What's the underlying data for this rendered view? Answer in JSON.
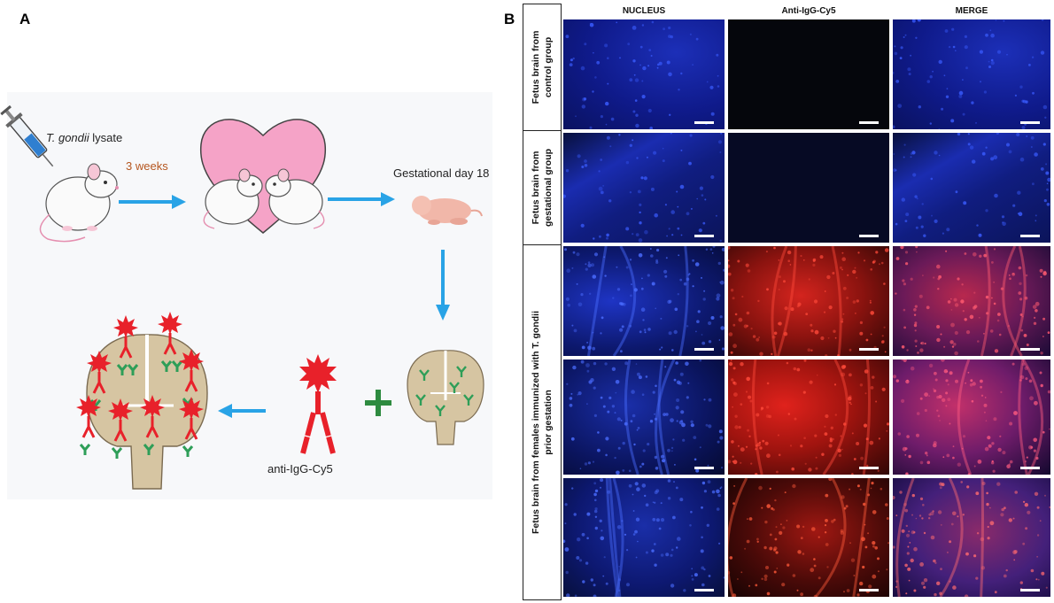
{
  "panel_a": {
    "letter": "A",
    "syringe_label_italic": "T. gondii",
    "syringe_label_rest": " lysate",
    "arrow1_label": "3 weeks",
    "gestational_label": "Gestational day 18",
    "antibody_label": "anti-IgG-Cy5",
    "colors": {
      "arrow": "#29a3e6",
      "heart": "#f5a3c7",
      "antibody": "#e8212a",
      "antigen": "#2e9e58",
      "plus": "#2e8b40",
      "brain": "#d6c5a2"
    }
  },
  "panel_b": {
    "letter": "B",
    "columns": [
      "NUCLEUS",
      "Anti-IgG-Cy5",
      "MERGE"
    ],
    "row_groups": [
      {
        "label_lines": [
          "Fetus brain from",
          "control group"
        ]
      },
      {
        "label_lines": [
          "Fetus brain from",
          "gestational group"
        ]
      },
      {
        "label_lines": [
          "Fetus brain from females immunized with T. gondii",
          "prior gestation"
        ]
      }
    ]
  }
}
